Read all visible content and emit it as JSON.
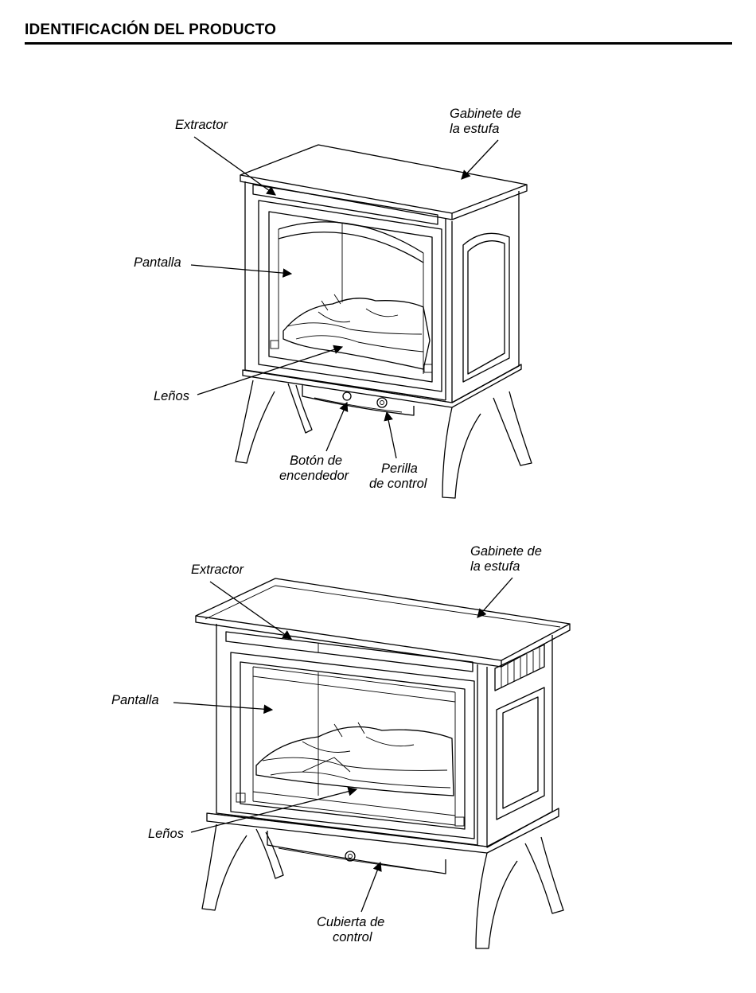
{
  "header": {
    "title": "IDENTIFICACIÓN DEL PRODUCTO"
  },
  "figure1": {
    "labels": {
      "extractor": "Extractor",
      "cabinet_line1": "Gabinete de",
      "cabinet_line2": "la estufa",
      "screen": "Pantalla",
      "logs": "Leños",
      "button_line1": "Botón de",
      "button_line2": "encendedor",
      "knob_line1": "Perilla",
      "knob_line2": "de control"
    }
  },
  "figure2": {
    "labels": {
      "extractor": "Extractor",
      "cabinet_line1": "Gabinete de",
      "cabinet_line2": "la estufa",
      "screen": "Pantalla",
      "logs": "Leños",
      "cover_line1": "Cubierta de",
      "cover_line2": "control"
    }
  }
}
